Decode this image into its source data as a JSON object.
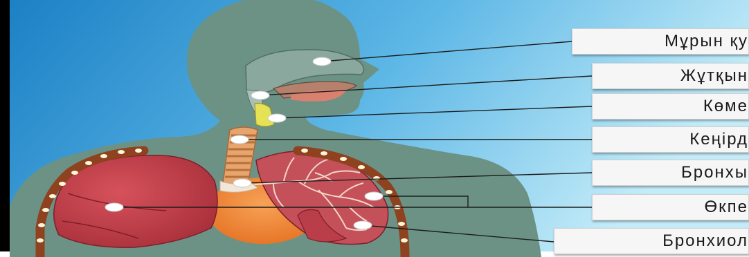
{
  "diagram": {
    "labels": [
      {
        "id": "nasal-cavity",
        "text": "Мұрын қу"
      },
      {
        "id": "pharynx",
        "text": "Жұтқын"
      },
      {
        "id": "larynx",
        "text": "Көме"
      },
      {
        "id": "trachea",
        "text": "Кеңірд"
      },
      {
        "id": "bronchi",
        "text": "Бронхы"
      },
      {
        "id": "lungs",
        "text": "Өкпе"
      },
      {
        "id": "bronchioles",
        "text": "Бронхиол"
      }
    ]
  },
  "colors": {
    "sky_top": "#1c86c9",
    "sky_bottom": "#b9e6f6",
    "body_fill": "#6f9689",
    "lung_left": "#c9414c",
    "lung_right": "#c44d56",
    "trachea": "#e2a06b",
    "heart": "#f18a3c",
    "rib_fill": "#8b3f1d"
  }
}
